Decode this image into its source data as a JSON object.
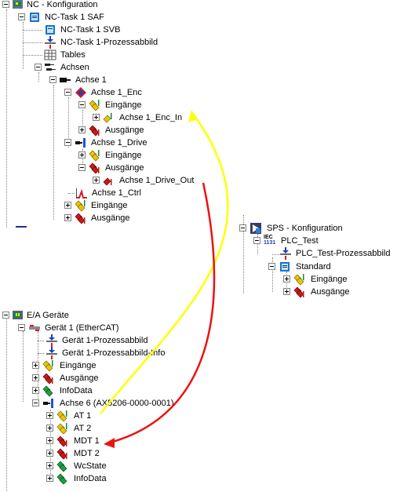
{
  "nc": {
    "root": "NC - Konfiguration",
    "task": "NC-Task 1 SAF",
    "svb": "NC-Task 1 SVB",
    "prozessabbild": "NC-Task 1-Prozessabbild",
    "tables": "Tables",
    "achsen": "Achsen",
    "achse1": "Achse 1",
    "enc": "Achse 1_Enc",
    "enc_eingaenge": "Eingänge",
    "enc_in": "Achse 1_Enc_In",
    "enc_ausgaenge": "Ausgänge",
    "drive": "Achse 1_Drive",
    "drive_eingaenge": "Eingänge",
    "drive_ausgaenge": "Ausgänge",
    "drive_out": "Achse 1_Drive_Out",
    "ctrl": "Achse 1_Ctrl",
    "eingaenge": "Eingänge",
    "ausgaenge": "Ausgänge"
  },
  "sps": {
    "root": "SPS - Konfiguration",
    "iec": "IEC",
    "iec_num": "1131",
    "plc": "PLC_Test",
    "prozessabbild": "PLC_Test-Prozessabbild",
    "standard": "Standard",
    "eingaenge": "Eingänge",
    "ausgaenge": "Ausgänge"
  },
  "io": {
    "root": "E/A Geräte",
    "geraet": "Gerät 1 (EtherCAT)",
    "prozessabbild": "Gerät 1-Prozessabbild",
    "prozessabbild_info": "Gerät 1-Prozessabbild-Info",
    "eingaenge": "Eingänge",
    "ausgaenge": "Ausgänge",
    "infodata": "InfoData",
    "achse6": "Achse 6 (AX5206-0000-0001)",
    "at1": "AT 1",
    "at2": "AT 2",
    "mdt1": "MDT 1",
    "mdt2": "MDT 2",
    "wcstate": "WcState",
    "infodata2": "InfoData"
  },
  "colors": {
    "link_inputs": "#ffff00",
    "link_outputs": "#ee1111",
    "tree_lines": "#808080"
  }
}
